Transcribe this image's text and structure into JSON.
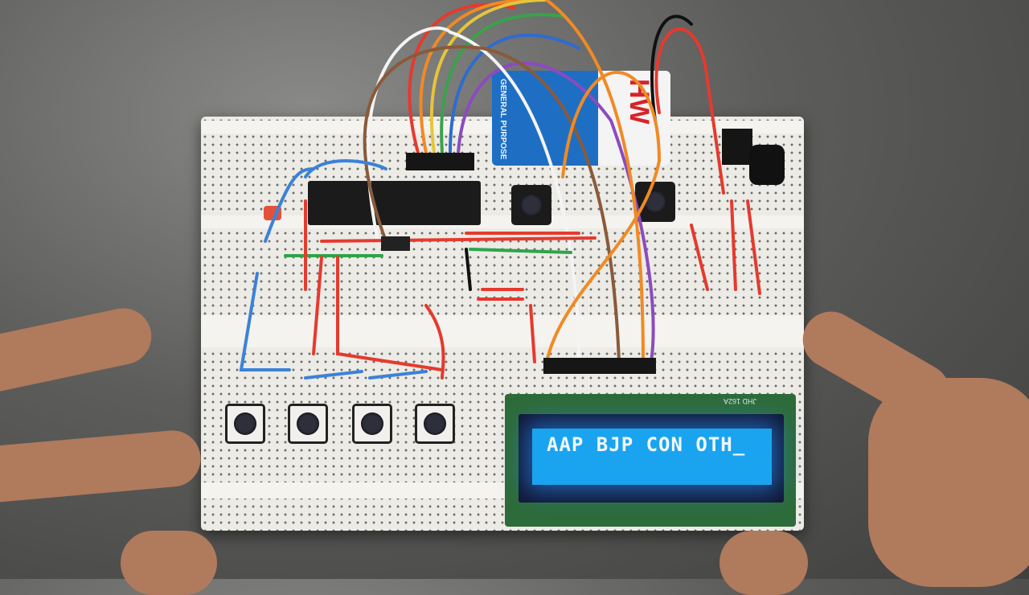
{
  "scene": {
    "subject": "breadboard-circuit",
    "colors": {
      "background": "#5d5d5b",
      "breadboard": "#ecebe6",
      "lcd_backlight": "#1aa4f0",
      "lcd_text": "#f2f8ff"
    }
  },
  "lcd": {
    "line1": "AAP BJP CON OTH_",
    "line2": "",
    "model_label": "JHD 162A"
  },
  "battery": {
    "brand": "HW",
    "text": "GENERAL PURPOSE"
  }
}
